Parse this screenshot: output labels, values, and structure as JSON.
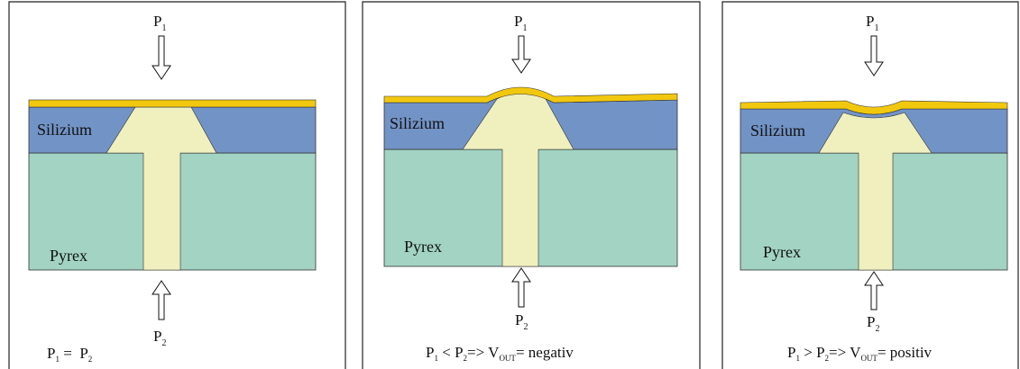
{
  "colors": {
    "gold": "#f2c80f",
    "silicon": "#7293c6",
    "pyrex": "#a2d3c3",
    "channel": "#f0efbe",
    "frame": "#222222"
  },
  "panels": [
    {
      "p_top": "P",
      "p_top_sub": "1",
      "p_bottom": "P",
      "p_bottom_sub": "2",
      "silicon_label": "Silizium",
      "pyrex_label": "Pyrex",
      "formula": {
        "a": "P",
        "a_sub": "1",
        "op": " =  ",
        "b": "P",
        "b_sub": "2",
        "arrow": "",
        "v": "",
        "v_sub": "",
        "result": ""
      }
    },
    {
      "p_top": "P",
      "p_top_sub": "1",
      "p_bottom": "P",
      "p_bottom_sub": "2",
      "silicon_label": "Silizium",
      "pyrex_label": "Pyrex",
      "formula": {
        "a": "P",
        "a_sub": "1",
        "op": " < ",
        "b": "P",
        "b_sub": "2",
        "arrow": "=> ",
        "v": "V",
        "v_sub": "OUT",
        "result": "= negativ"
      }
    },
    {
      "p_top": "P",
      "p_top_sub": "1",
      "p_bottom": "P",
      "p_bottom_sub": "2",
      "silicon_label": "Silizium",
      "pyrex_label": "Pyrex",
      "formula": {
        "a": "P",
        "a_sub": "1",
        "op": " > ",
        "b": "P",
        "b_sub": "2",
        "arrow": "=> ",
        "v": "V",
        "v_sub": "OUT",
        "result": "= positiv"
      }
    }
  ]
}
